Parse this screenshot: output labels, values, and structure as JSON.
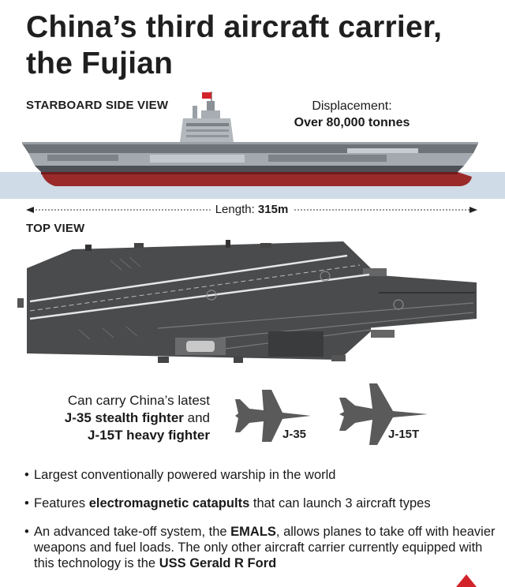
{
  "title": "China’s third aircraft carrier, the Fujian",
  "side_view_label": "STARBOARD SIDE VIEW",
  "displacement": {
    "label": "Displacement:",
    "value": "Over 80,000 tonnes"
  },
  "length": {
    "label": "Length:",
    "value": "315m"
  },
  "top_view_label": "TOP VIEW",
  "carry": {
    "line1": "Can carry China’s latest",
    "j35_bold": "J-35 stealth fighter",
    "and": " and",
    "j15t_bold": "J-15T heavy fighter"
  },
  "jets": [
    {
      "name": "J-35",
      "icon": "fighter-jet-icon"
    },
    {
      "name": "J-15T",
      "icon": "fighter-jet-icon"
    }
  ],
  "bullets": [
    {
      "text": "Largest conventionally powered warship in the world"
    },
    {
      "pre": "Features ",
      "bold": "electromagnetic catapults",
      "post": " that can launch 3 aircraft types"
    },
    {
      "pre": "An advanced take-off system, the ",
      "bold": "EMALS",
      "mid": ", allows planes to take off with heavier weapons and fuel loads. The only other aircraft carrier currently equipped with this technology is the ",
      "bold2": "USS Gerald R Ford"
    }
  ],
  "colors": {
    "hull_red": "#9a2a2a",
    "deck_gray": "#4a4a4a",
    "water": "#cfdbe6",
    "flag_red": "#d3232a"
  }
}
